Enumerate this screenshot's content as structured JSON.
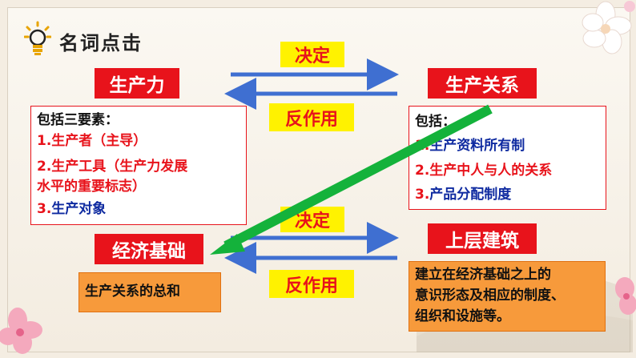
{
  "title": "名词点击",
  "decide_label": "决定",
  "react_label": "反作用",
  "productivity": {
    "heading": "生产力",
    "intro": "包括三要素：",
    "items": [
      {
        "num": "1.",
        "text": "生产者（主导）"
      },
      {
        "num": "2.",
        "text": "生产工具（生产力发展"
      },
      {
        "num": "",
        "text": "水平的重要标志）"
      },
      {
        "num": "3.",
        "text": "生产对象"
      }
    ]
  },
  "relations": {
    "heading": "生产关系",
    "intro": "包括：",
    "items": [
      {
        "num": "1.",
        "text": "生产资料所有制"
      },
      {
        "num": "2.",
        "text": "生产中人与人的关系"
      },
      {
        "num": "3.",
        "text": "产品分配制度"
      }
    ]
  },
  "base": {
    "heading": "经济基础",
    "definition": "生产关系的总和"
  },
  "superstructure": {
    "heading": "上层建筑",
    "definition_lines": [
      "建立在经济基础之上的",
      "意识形态及相应的制度、",
      "组织和设施等。"
    ]
  },
  "colors": {
    "red": "#e8131b",
    "yellow": "#fff200",
    "green": "#14b23b",
    "arrow_blue": "#3f6fd1",
    "orange": "#f79a3b"
  }
}
